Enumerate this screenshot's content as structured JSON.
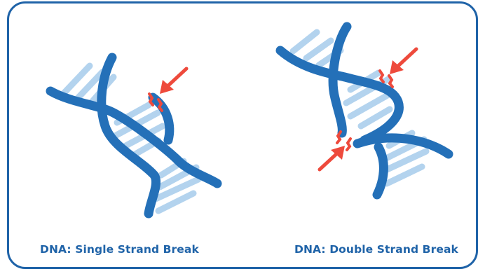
{
  "diagrams": {
    "single": {
      "label": "DNA: Single Strand Break",
      "break_count": 1
    },
    "double": {
      "label": "DNA: Double Strand Break",
      "break_count": 2
    }
  },
  "colors": {
    "border": "#1f63a8",
    "strand": "#2470b8",
    "rung": "#b3d3ee",
    "break_marker": "#ee4a3c",
    "caption_text": "#1f63a8"
  }
}
